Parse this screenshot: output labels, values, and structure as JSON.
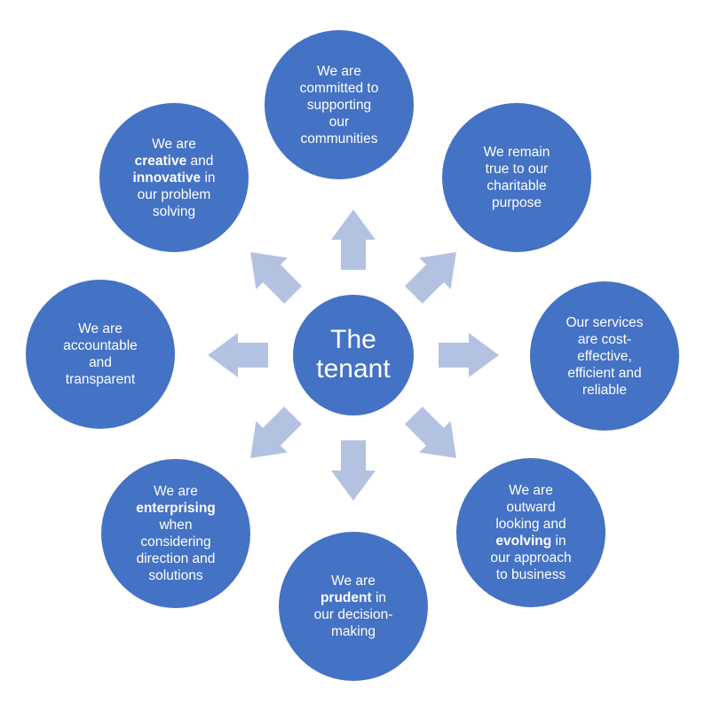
{
  "colors": {
    "circle_fill": "#4472c4",
    "arrow_fill": "#b4c2e2",
    "text": "#ffffff"
  },
  "center": {
    "lines": [
      "The",
      "tenant"
    ]
  },
  "values": [
    {
      "id": "communities",
      "lines": [
        [
          {
            "t": "We are"
          }
        ],
        [
          {
            "t": "committed to"
          }
        ],
        [
          {
            "t": "supporting"
          }
        ],
        [
          {
            "t": "our"
          }
        ],
        [
          {
            "t": "communities"
          }
        ]
      ]
    },
    {
      "id": "charitable",
      "lines": [
        [
          {
            "t": "We remain"
          }
        ],
        [
          {
            "t": "true to our"
          }
        ],
        [
          {
            "t": "charitable"
          }
        ],
        [
          {
            "t": "purpose"
          }
        ]
      ]
    },
    {
      "id": "services",
      "lines": [
        [
          {
            "t": "Our services"
          }
        ],
        [
          {
            "t": "are cost-"
          }
        ],
        [
          {
            "t": "effective,"
          }
        ],
        [
          {
            "t": "efficient and"
          }
        ],
        [
          {
            "t": "reliable"
          }
        ]
      ]
    },
    {
      "id": "outward",
      "lines": [
        [
          {
            "t": "We are"
          }
        ],
        [
          {
            "t": "outward"
          }
        ],
        [
          {
            "t": "looking and"
          }
        ],
        [
          {
            "t": "evolving",
            "b": true
          },
          {
            "t": " in"
          }
        ],
        [
          {
            "t": "our approach"
          }
        ],
        [
          {
            "t": "to business"
          }
        ]
      ]
    },
    {
      "id": "prudent",
      "lines": [
        [
          {
            "t": "We are"
          }
        ],
        [
          {
            "t": "prudent",
            "b": true
          },
          {
            "t": " in"
          }
        ],
        [
          {
            "t": "our decision-"
          }
        ],
        [
          {
            "t": "making"
          }
        ]
      ]
    },
    {
      "id": "enterprising",
      "lines": [
        [
          {
            "t": "We are"
          }
        ],
        [
          {
            "t": "enterprising",
            "b": true
          }
        ],
        [
          {
            "t": "when"
          }
        ],
        [
          {
            "t": "considering"
          }
        ],
        [
          {
            "t": "direction and"
          }
        ],
        [
          {
            "t": "solutions"
          }
        ]
      ]
    },
    {
      "id": "accountable",
      "lines": [
        [
          {
            "t": "We are"
          }
        ],
        [
          {
            "t": "accountable"
          }
        ],
        [
          {
            "t": "and"
          }
        ],
        [
          {
            "t": "transparent"
          }
        ]
      ]
    },
    {
      "id": "creative",
      "lines": [
        [
          {
            "t": "We are"
          }
        ],
        [
          {
            "t": "creative",
            "b": true
          },
          {
            "t": " and"
          }
        ],
        [
          {
            "t": "innovative",
            "b": true
          },
          {
            "t": " in"
          }
        ],
        [
          {
            "t": "our problem"
          }
        ],
        [
          {
            "t": "solving"
          }
        ]
      ]
    }
  ]
}
